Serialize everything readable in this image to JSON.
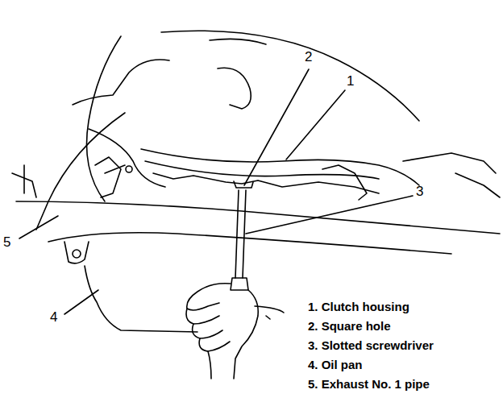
{
  "diagram": {
    "labels": [
      "2",
      "1",
      "3",
      "5",
      "4",
      "1. Clutch housing",
      "2. Square hole",
      "3. Slotted screwdriver",
      "4. Oil pan",
      "5. Exhaust No. 1 pipe"
    ]
  }
}
